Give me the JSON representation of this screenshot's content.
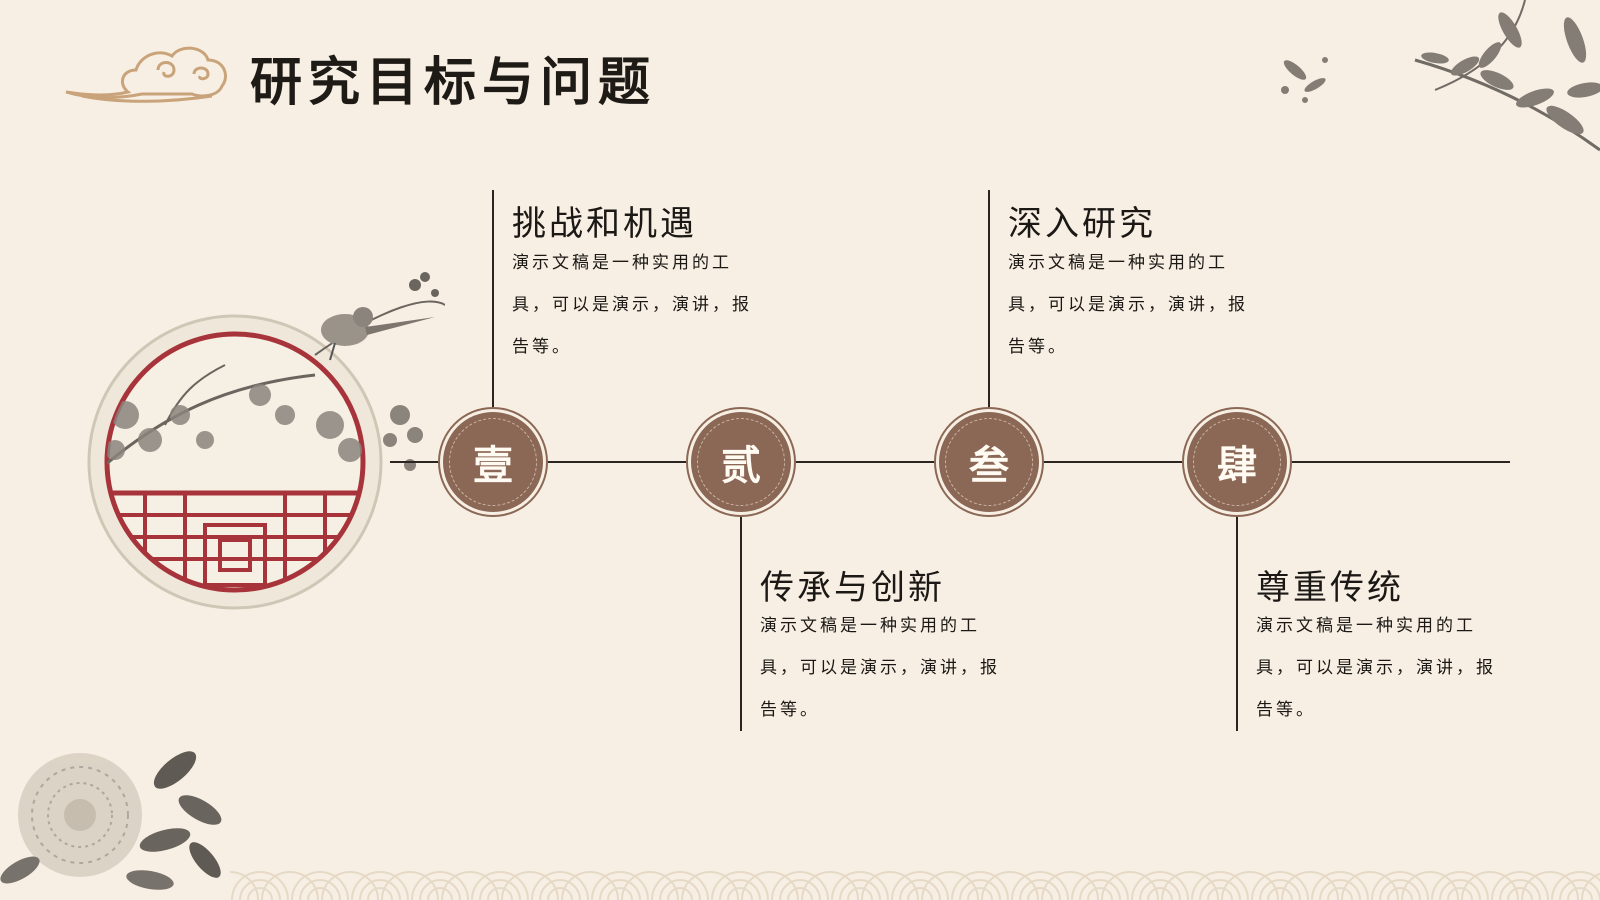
{
  "page": {
    "title": "研究目标与问题"
  },
  "items": [
    {
      "number": "壹",
      "title": "挑战和机遇",
      "body": "演示文稿是一种实用的工具，可以是演示，演讲，报告等。"
    },
    {
      "number": "贰",
      "title": "传承与创新",
      "body": "演示文稿是一种实用的工具，可以是演示，演讲，报告等。"
    },
    {
      "number": "叁",
      "title": "深入研究",
      "body": "演示文稿是一种实用的工具，可以是演示，演讲，报告等。"
    },
    {
      "number": "肆",
      "title": "尊重传统",
      "body": "演示文稿是一种实用的工具，可以是演示，演讲，报告等。"
    }
  ],
  "colors": {
    "background": "#f7efe3",
    "badge": "#8b6755",
    "line": "#2b2521",
    "lattice": "#a8343b"
  },
  "icons": [
    "cloud-icon",
    "round-window-illustration",
    "flower-branch-illustration",
    "peony-illustration",
    "wave-pattern"
  ]
}
